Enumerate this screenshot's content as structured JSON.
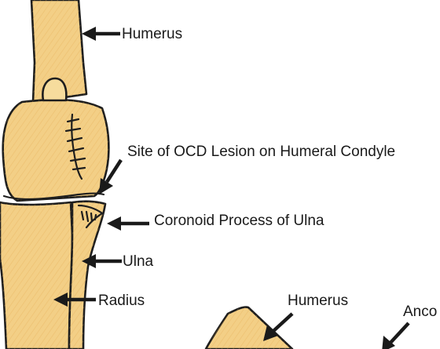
{
  "labels": {
    "humerus_top": "Humerus",
    "ocd_lesion": "Site of OCD Lesion on Humeral Condyle",
    "coronoid": "Coronoid Process of Ulna",
    "ulna": "Ulna",
    "radius": "Radius",
    "humerus_bottom": "Humerus",
    "anconeal_partial": "Anco"
  },
  "colors": {
    "bone_fill": "#f3cf86",
    "outline": "#1e1e1e",
    "arrow": "#1a1a1a"
  }
}
